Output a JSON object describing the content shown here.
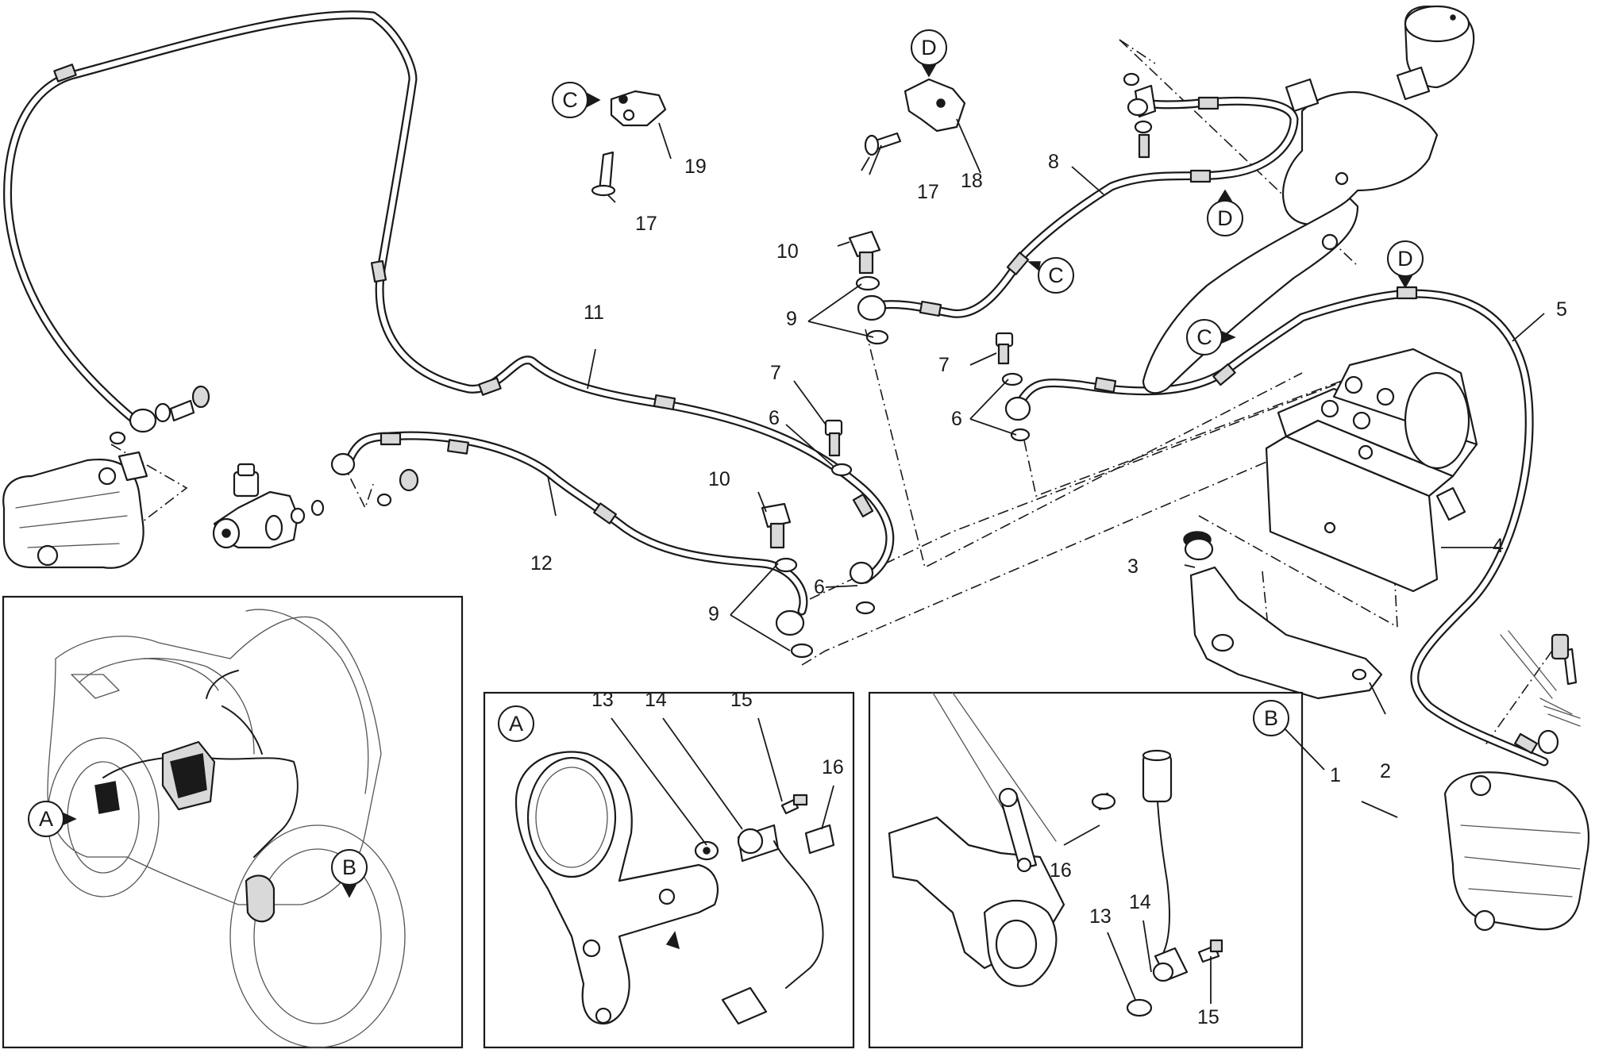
{
  "diagram": {
    "labels": {
      "l1": "1",
      "l2": "2",
      "l3": "3",
      "l4": "4",
      "l5": "5",
      "l6a": "6",
      "l6b": "6",
      "l6c": "6",
      "l7a": "7",
      "l7b": "7",
      "l8": "8",
      "l9a": "9",
      "l9b": "9",
      "l10a": "10",
      "l10b": "10",
      "l11": "11",
      "l12": "12",
      "l13a": "13",
      "l13b": "13",
      "l14a": "14",
      "l14b": "14",
      "l15a": "15",
      "l15b": "15",
      "l16a": "16",
      "l16b": "16",
      "l17a": "17",
      "l17b": "17",
      "l18": "18",
      "l19": "19"
    },
    "callouts": {
      "c_top_c": "C",
      "c_top_d": "D",
      "c_hose_d": "D",
      "c_hose_c": "C",
      "c_right_d": "D",
      "c_right_c": "C",
      "c_bike_a": "A",
      "c_bike_b": "B",
      "c_panel_a": "A",
      "c_panel_b": "B"
    }
  }
}
